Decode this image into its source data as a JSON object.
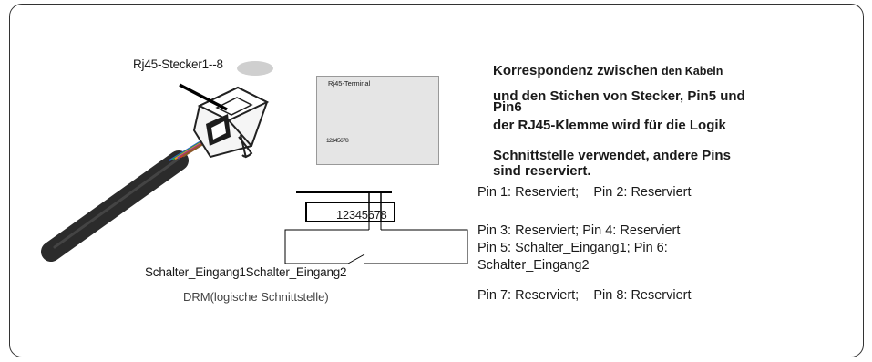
{
  "plug_label": "Rj45-Stecker1--8",
  "terminal": {
    "title": "Rj45-Terminal",
    "pin_numbers": "12345678",
    "wire_colors": [
      "#f08a2c",
      "#2a9d46",
      "#2f5fd0",
      "#7a3fb0",
      "#1d1d1d",
      "#6b4a2b",
      "#2a9d46",
      "#c8402c"
    ]
  },
  "description": {
    "line1_bold": "Korrespondenz zwischen",
    "line1_small": "den Kabeln",
    "line2": "und den Stichen von Stecker, Pin5 und",
    "line3": "Pin6",
    "line4": "der RJ45-Klemme wird für die Logik",
    "line5": "Schnittstelle verwendet, andere Pins",
    "line6": "sind reserviert."
  },
  "pins": {
    "p1_p2_a": "Pin 1: Reserviert;",
    "p1_p2_b": "Pin 2: Reserviert",
    "p3_p4": "Pin 3: Reserviert; Pin 4: Reserviert",
    "p5_p6": "Pin 5: Schalter_Eingang1; Pin 6:",
    "p6_cont": "Schalter_Eingang2",
    "p7_p8_a": "Pin 7: Reserviert;",
    "p7_p8_b": "Pin 8: Reserviert"
  },
  "connector_numbers": "12345678",
  "switch_labels": "Schalter_Eingang1Schalter_Eingang2",
  "drm_label": "DRM(logische Schnittstelle)",
  "cable_wire_colors": [
    "#2f5fd0",
    "#2a9d46",
    "#f08a2c",
    "#7a3fb0",
    "#c8402c",
    "#8a5a2b"
  ]
}
